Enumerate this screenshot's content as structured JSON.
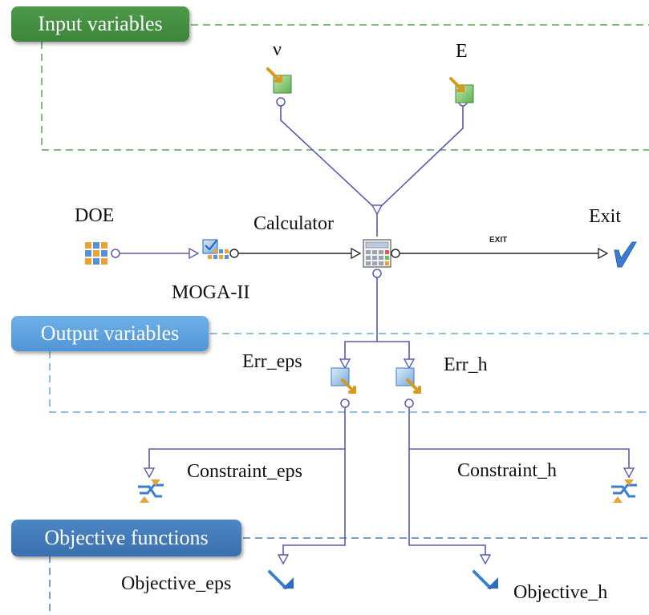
{
  "groups": {
    "input": "Input variables",
    "output": "Output variables",
    "objective": "Objective functions"
  },
  "nodes": {
    "nu": "ν",
    "e": "E",
    "doe": "DOE",
    "moga": "MOGA-II",
    "calculator": "Calculator",
    "exit": "Exit",
    "exit_tag": "EXIT",
    "err_eps": "Err_eps",
    "err_h": "Err_h",
    "constraint_eps": "Constraint_eps",
    "constraint_h": "Constraint_h",
    "objective_eps": "Objective_eps",
    "objective_h": "Objective_h"
  },
  "colors": {
    "input_group": "#3d853a",
    "output_group": "#4f95d6",
    "objective_group": "#3a70ae",
    "connector": "#5a5ab0",
    "input_dashed": "#5aa05a",
    "output_dashed": "#6aa6e0",
    "objective_dashed": "#4a7fbc"
  }
}
